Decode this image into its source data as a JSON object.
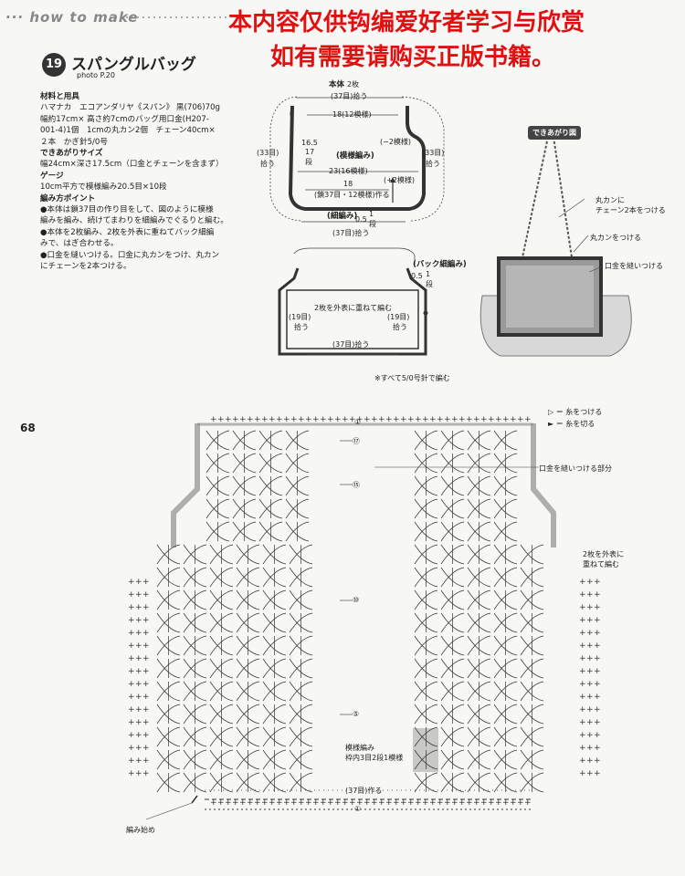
{
  "header": {
    "section_label": "how to make",
    "watermark_line1": "本内容仅供钩编爱好者学习与欣赏",
    "watermark_line2": "如有需要请购买正版书籍。"
  },
  "pattern": {
    "number": "19",
    "title": "スパングルバッグ",
    "photo_ref": "photo P.20"
  },
  "materials": {
    "heading": "材料と用具",
    "lines": [
      "ハマナカ　エコアンダリヤ《スパン》 黒(706)70g",
      "幅約17cm× 高さ約7cmのバッグ用口金(H207-",
      "001-4)1個　1cmの丸カン2個　チェーン40cm×",
      "２本　かぎ針5/0号"
    ]
  },
  "size": {
    "heading": "できあがりサイズ",
    "line": "幅24cm×深さ17.5cm（口金とチェーンを含まず）"
  },
  "gauge": {
    "heading": "ゲージ",
    "line": "10cm平方で模様編み20.5目×10段"
  },
  "points": {
    "heading": "編み方ポイント",
    "lines": [
      "●本体は鎖37目の作り目をして、図のように模様",
      "編みを編み、続けてまわりを細編みでぐるりと編む。",
      "●本体を2枚編み、2枚を外表に重ねてバック細編",
      "みで、はぎ合わせる。",
      "●口金を縫いつける。口金に丸カンをつけ、丸カン",
      "にチェーンを2本つける。"
    ]
  },
  "schematic_top": {
    "title": "本体",
    "count": "2枚",
    "top_pickup": "(37目)拾う",
    "row_width": "18(12模様)",
    "height_left": "16.5",
    "height_rows_a": "17",
    "height_rows_b": "段",
    "decrease": "(−2模様)",
    "pattern_label": "(模様編み)",
    "mid_width": "23(16模様)",
    "left_pickup_a": "(33目)",
    "left_pickup_b": "拾う",
    "right_pickup_a": "(33目)",
    "right_pickup_b": "拾う",
    "increase": "(+2模様)",
    "base_width": "18",
    "base_chain": "(鎖37目・12模様)作る",
    "sc_label": "(細編み)",
    "sc_height": "0.5",
    "sc_rows_a": "1",
    "sc_rows_b": "段",
    "bottom_pickup": "(37目)拾う"
  },
  "schematic_assembly": {
    "back_sc": "(バック細編み)",
    "back_h": "0.5",
    "back_rows_a": "1",
    "back_rows_b": "段",
    "join_note": "2枚を外表に重ねて編む",
    "left_a": "(19目)",
    "left_b": "拾う",
    "right_a": "(19目)",
    "right_b": "拾う",
    "bottom": "(37目)拾う",
    "hook_note": "※すべて5/0号針で編む"
  },
  "finished": {
    "badge": "できあがり図",
    "ring_note_a": "丸カンに",
    "ring_note_b": "チェーン2本をつける",
    "ring_attach": "丸カンをつける",
    "frame_note": "口金を縫いつける"
  },
  "chart": {
    "page_number": "68",
    "legend_attach": "▷ ＝ 糸をつける",
    "legend_cut": "► ＝ 糸を切る",
    "frame_part": "口金を縫いつける部分",
    "join_note_a": "2枚を外表に",
    "join_note_b": "重ねて編む",
    "row_top": "①",
    "row_17": "⑰",
    "row_15": "⑮",
    "row_10": "⑩",
    "row_5": "⑤",
    "row_1": "①",
    "pattern_a": "模様編み",
    "pattern_b": "枠内3目2段1模様",
    "chain_start": "(37目)作る",
    "start_label": "編み始め"
  },
  "colors": {
    "watermark": "#e01010",
    "ink": "#222222",
    "frame": "#555555",
    "bag_body": "#d8d8d8"
  }
}
